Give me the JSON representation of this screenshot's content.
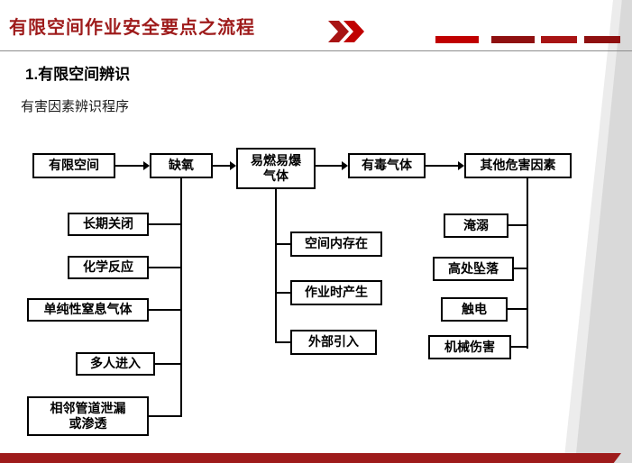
{
  "slide": {
    "title": "有限空间作业安全要点之流程",
    "section_heading": "1.有限空间辨识",
    "subtitle": "有害因素辨识程序"
  },
  "flowchart": {
    "main_flow": [
      "有限空间",
      "缺氧",
      "易燃易爆\n气体",
      "有毒气体",
      "其他危害因素"
    ],
    "oxygen_deficiency_causes": [
      "长期关闭",
      "化学反应",
      "单纯性窒息气体",
      "多人进入",
      "相邻管道泄漏\n或渗透"
    ],
    "flammable_gas_sources": [
      "空间内存在",
      "作业时产生",
      "外部引入"
    ],
    "other_hazards": [
      "淹溺",
      "高处坠落",
      "触电",
      "机械伤害"
    ]
  },
  "colors": {
    "title_red": "#9e1b1b",
    "accent_red": "#c00000",
    "bottom_bar_red": "#9e1b1b",
    "box_border": "#000000",
    "diagonal_gray": "#d9d9d9"
  }
}
